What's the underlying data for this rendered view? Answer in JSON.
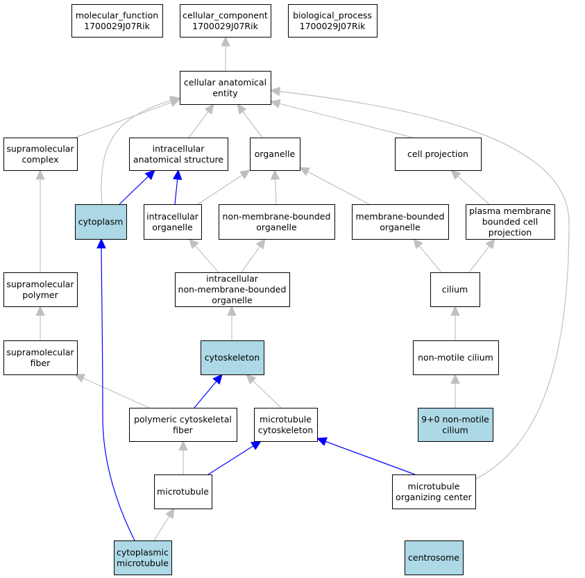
{
  "colors": {
    "highlight_fill": "#add8e6",
    "normal_fill": "#ffffff",
    "gray_edge": "#c0c0c0",
    "blue_edge": "#0000ff",
    "border": "#000000"
  },
  "nodes": [
    {
      "id": "molecular_function",
      "lines": [
        "molecular_function",
        "1700029J07Rik"
      ],
      "highlight": false
    },
    {
      "id": "cellular_component",
      "lines": [
        "cellular_component",
        "1700029J07Rik"
      ],
      "highlight": false
    },
    {
      "id": "biological_process",
      "lines": [
        "biological_process",
        "1700029J07Rik"
      ],
      "highlight": false
    },
    {
      "id": "cellular_anatomical_entity",
      "lines": [
        "cellular anatomical",
        "entity"
      ],
      "highlight": false
    },
    {
      "id": "supramolecular_complex",
      "lines": [
        "supramolecular",
        "complex"
      ],
      "highlight": false
    },
    {
      "id": "intracellular_anatomical_structure",
      "lines": [
        "intracellular",
        "anatomical structure"
      ],
      "highlight": false
    },
    {
      "id": "organelle",
      "lines": [
        "organelle"
      ],
      "highlight": false
    },
    {
      "id": "cell_projection",
      "lines": [
        "cell projection"
      ],
      "highlight": false
    },
    {
      "id": "cytoplasm",
      "lines": [
        "cytoplasm"
      ],
      "highlight": true
    },
    {
      "id": "intracellular_organelle",
      "lines": [
        "intracellular",
        "organelle"
      ],
      "highlight": false
    },
    {
      "id": "non_membrane_bounded_organelle",
      "lines": [
        "non-membrane-bounded",
        "organelle"
      ],
      "highlight": false
    },
    {
      "id": "membrane_bounded_organelle",
      "lines": [
        "membrane-bounded",
        "organelle"
      ],
      "highlight": false
    },
    {
      "id": "plasma_membrane_bounded_cell_projection",
      "lines": [
        "plasma membrane",
        "bounded cell",
        "projection"
      ],
      "highlight": false
    },
    {
      "id": "supramolecular_polymer",
      "lines": [
        "supramolecular",
        "polymer"
      ],
      "highlight": false
    },
    {
      "id": "intracellular_nmbo",
      "lines": [
        "intracellular",
        "non-membrane-bounded",
        "organelle"
      ],
      "highlight": false
    },
    {
      "id": "cilium",
      "lines": [
        "cilium"
      ],
      "highlight": false
    },
    {
      "id": "supramolecular_fiber",
      "lines": [
        "supramolecular",
        "fiber"
      ],
      "highlight": false
    },
    {
      "id": "cytoskeleton",
      "lines": [
        "cytoskeleton"
      ],
      "highlight": true
    },
    {
      "id": "non_motile_cilium",
      "lines": [
        "non-motile cilium"
      ],
      "highlight": false
    },
    {
      "id": "polymeric_cytoskeletal_fiber",
      "lines": [
        "polymeric cytoskeletal",
        "fiber"
      ],
      "highlight": false
    },
    {
      "id": "microtubule_cytoskeleton",
      "lines": [
        "microtubule",
        "cytoskeleton"
      ],
      "highlight": false
    },
    {
      "id": "nine_plus_zero_cilium",
      "lines": [
        "9+0 non-motile",
        "cilium"
      ],
      "highlight": true
    },
    {
      "id": "microtubule",
      "lines": [
        "microtubule"
      ],
      "highlight": false
    },
    {
      "id": "microtubule_organizing_center",
      "lines": [
        "microtubule",
        "organizing center"
      ],
      "highlight": false
    },
    {
      "id": "cytoplasmic_microtubule",
      "lines": [
        "cytoplasmic",
        "microtubule"
      ],
      "highlight": true
    },
    {
      "id": "centrosome",
      "lines": [
        "centrosome"
      ],
      "highlight": true
    }
  ],
  "edges": [
    {
      "from": "cellular_anatomical_entity",
      "to": "cellular_component",
      "color": "gray"
    },
    {
      "from": "supramolecular_complex",
      "to": "cellular_anatomical_entity",
      "color": "gray"
    },
    {
      "from": "intracellular_anatomical_structure",
      "to": "cellular_anatomical_entity",
      "color": "gray"
    },
    {
      "from": "organelle",
      "to": "cellular_anatomical_entity",
      "color": "gray"
    },
    {
      "from": "cell_projection",
      "to": "cellular_anatomical_entity",
      "color": "gray"
    },
    {
      "from": "cytoplasm",
      "to": "cellular_anatomical_entity",
      "color": "gray"
    },
    {
      "from": "microtubule_organizing_center",
      "to": "cellular_anatomical_entity",
      "color": "gray"
    },
    {
      "from": "cytoplasm",
      "to": "intracellular_anatomical_structure",
      "color": "blue"
    },
    {
      "from": "intracellular_organelle",
      "to": "intracellular_anatomical_structure",
      "color": "blue"
    },
    {
      "from": "intracellular_organelle",
      "to": "organelle",
      "color": "gray"
    },
    {
      "from": "non_membrane_bounded_organelle",
      "to": "organelle",
      "color": "gray"
    },
    {
      "from": "membrane_bounded_organelle",
      "to": "organelle",
      "color": "gray"
    },
    {
      "from": "plasma_membrane_bounded_cell_projection",
      "to": "cell_projection",
      "color": "gray"
    },
    {
      "from": "supramolecular_polymer",
      "to": "supramolecular_complex",
      "color": "gray"
    },
    {
      "from": "intracellular_nmbo",
      "to": "intracellular_organelle",
      "color": "gray"
    },
    {
      "from": "intracellular_nmbo",
      "to": "non_membrane_bounded_organelle",
      "color": "gray"
    },
    {
      "from": "cilium",
      "to": "membrane_bounded_organelle",
      "color": "gray"
    },
    {
      "from": "cilium",
      "to": "plasma_membrane_bounded_cell_projection",
      "color": "gray"
    },
    {
      "from": "supramolecular_fiber",
      "to": "supramolecular_polymer",
      "color": "gray"
    },
    {
      "from": "cytoskeleton",
      "to": "intracellular_nmbo",
      "color": "gray"
    },
    {
      "from": "non_motile_cilium",
      "to": "cilium",
      "color": "gray"
    },
    {
      "from": "polymeric_cytoskeletal_fiber",
      "to": "supramolecular_fiber",
      "color": "gray"
    },
    {
      "from": "polymeric_cytoskeletal_fiber",
      "to": "cytoskeleton",
      "color": "blue"
    },
    {
      "from": "microtubule_cytoskeleton",
      "to": "cytoskeleton",
      "color": "gray"
    },
    {
      "from": "nine_plus_zero_cilium",
      "to": "non_motile_cilium",
      "color": "gray"
    },
    {
      "from": "microtubule",
      "to": "polymeric_cytoskeletal_fiber",
      "color": "gray"
    },
    {
      "from": "microtubule",
      "to": "microtubule_cytoskeleton",
      "color": "blue"
    },
    {
      "from": "microtubule_organizing_center",
      "to": "microtubule_cytoskeleton",
      "color": "blue"
    },
    {
      "from": "cytoplasmic_microtubule",
      "to": "microtubule",
      "color": "gray"
    },
    {
      "from": "cytoplasmic_microtubule",
      "to": "cytoplasm",
      "color": "blue"
    },
    {
      "from": "centrosome",
      "to": "microtubule_organizing_center",
      "color": "gray"
    }
  ]
}
